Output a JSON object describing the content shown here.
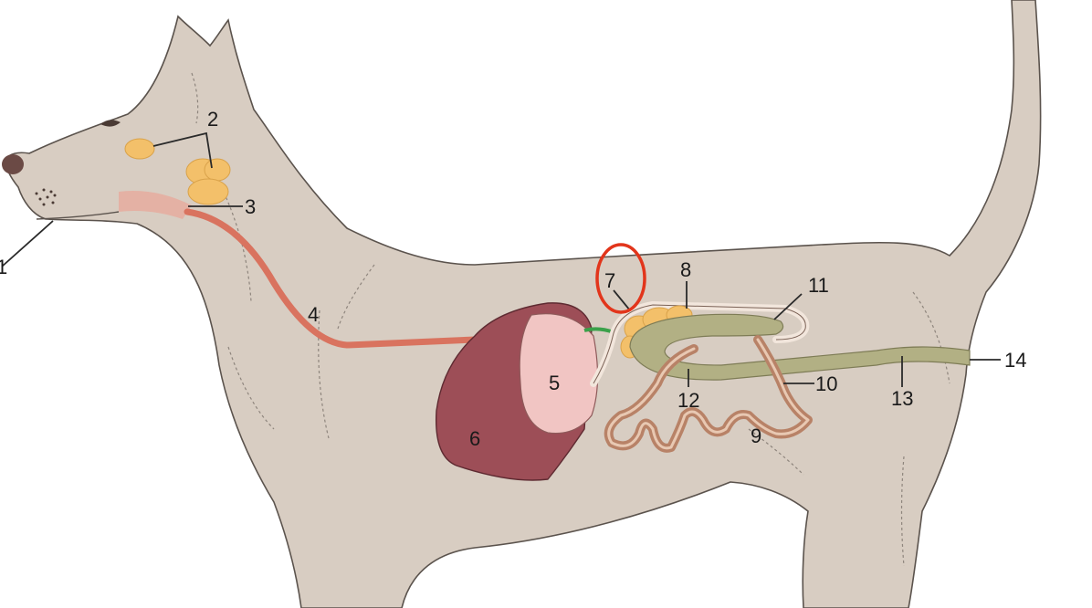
{
  "colors": {
    "body": "#d8cdc2",
    "outline": "#5b534d",
    "gland": "#f3c06a",
    "esophagus": "#d9735f",
    "liver": "#9d4e57",
    "gallbladder": "#f1c5c3",
    "bile_duct": "#3aa14a",
    "duct_pale": "#f2e6dc",
    "intestine_small": "#b88267",
    "intestine_large": "#b2b084",
    "highlight_circle": "#e2351b"
  },
  "labels": {
    "l1": "1",
    "l2": "2",
    "l3": "3",
    "l4": "4",
    "l5": "5",
    "l6": "6",
    "l7": "7",
    "l8": "8",
    "l9": "9",
    "l10": "10",
    "l11": "11",
    "l12": "12",
    "l13": "13",
    "l14": "14"
  }
}
